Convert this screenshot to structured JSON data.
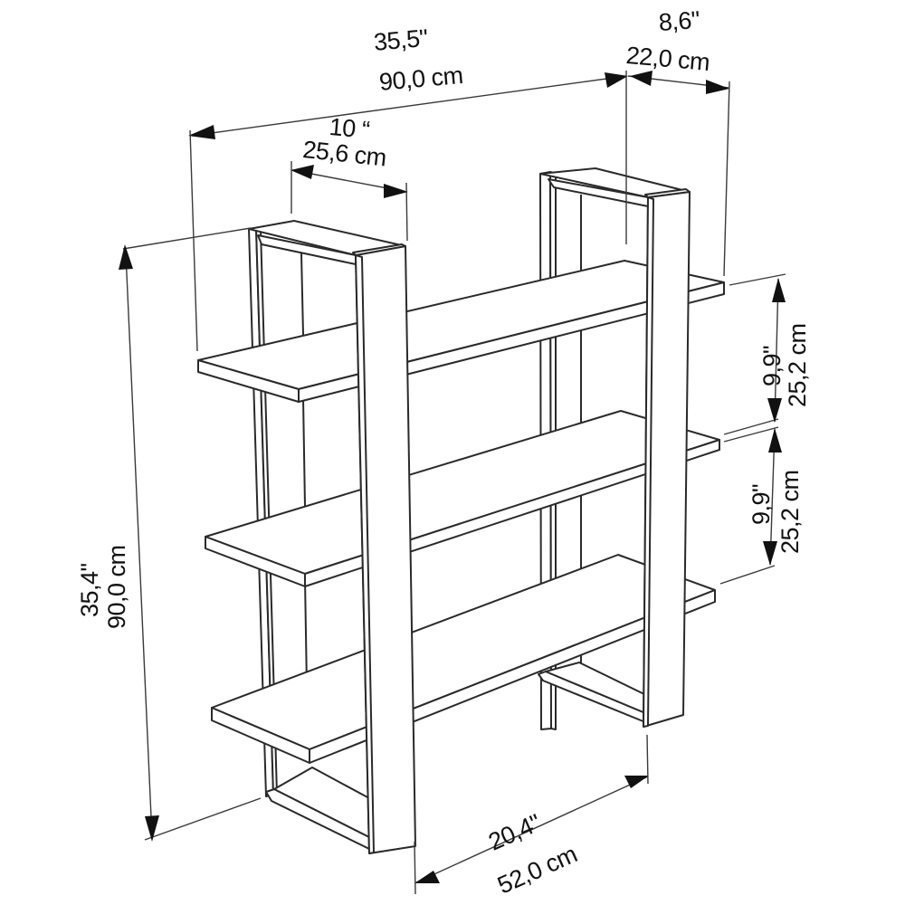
{
  "diagram": {
    "subject": "Three-tier open bookshelf / shelving unit, isometric line drawing with dimensions",
    "colors": {
      "line": "#2a2a2a",
      "background": "#ffffff",
      "text": "#111111"
    },
    "dimensions": {
      "total_width": {
        "inch": "35,5\"",
        "cm": "90,0 cm"
      },
      "side_depth": {
        "inch": "8,6\"",
        "cm": "22,0 cm"
      },
      "frame_width": {
        "inch": "10 “",
        "cm": "25,6 cm"
      },
      "shelf_gap_upper": {
        "inch": "9,9\"",
        "cm": "25,2 cm"
      },
      "shelf_gap_lower": {
        "inch": "9,9\"",
        "cm": "25,2 cm"
      },
      "total_height": {
        "inch": "35,4\"",
        "cm": "90,0 cm"
      },
      "shelf_width": {
        "inch": "20,4\"",
        "cm": "52,0 cm"
      }
    },
    "components": [
      "left-frame",
      "right-frame",
      "top-shelf",
      "middle-shelf",
      "bottom-shelf"
    ]
  }
}
